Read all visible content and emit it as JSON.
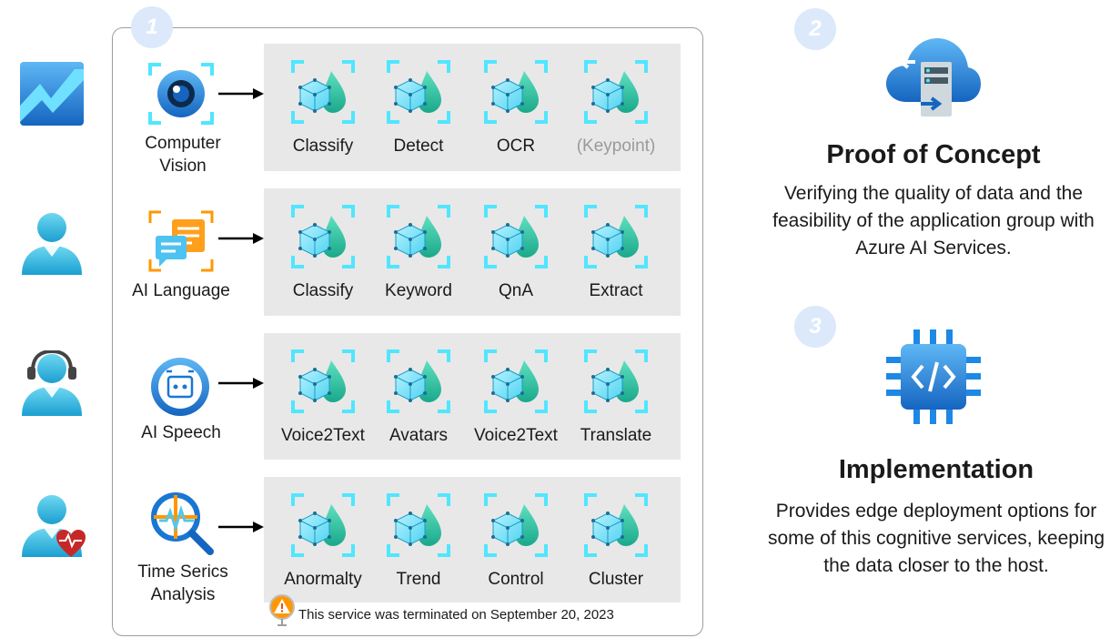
{
  "diagram": {
    "step_badges": [
      "1",
      "2",
      "3"
    ],
    "services": [
      {
        "name": "Computer\nVision",
        "icon": "camera-eye-icon",
        "models": [
          {
            "label": "Classify"
          },
          {
            "label": "Detect"
          },
          {
            "label": "OCR"
          },
          {
            "label": "(Keypoint)",
            "muted": true
          }
        ]
      },
      {
        "name": "AI Language",
        "icon": "chat-bubbles-icon",
        "models": [
          {
            "label": "Classify"
          },
          {
            "label": "Keyword"
          },
          {
            "label": "QnA"
          },
          {
            "label": "Extract"
          }
        ]
      },
      {
        "name": "AI Speech",
        "icon": "speech-bot-icon",
        "models": [
          {
            "label": "Voice2Text"
          },
          {
            "label": "Avatars"
          },
          {
            "label": "Voice2Text"
          },
          {
            "label": "Translate"
          }
        ]
      },
      {
        "name": "Time Serics\nAnalysis",
        "icon": "magnifier-signal-icon",
        "models": [
          {
            "label": "Anormalty"
          },
          {
            "label": "Trend"
          },
          {
            "label": "Control"
          },
          {
            "label": "Cluster"
          }
        ]
      }
    ],
    "left_icons": [
      "chart-icon",
      "user-icon",
      "support-agent-icon",
      "health-user-icon"
    ],
    "termination_note": "This service was terminated on September 20, 2023",
    "phases": [
      {
        "title": "Proof of Concept",
        "icon": "cloud-server-icon",
        "description": "Verifying the quality of data and the feasibility of the application group with Azure AI Services."
      },
      {
        "title": "Implementation",
        "icon": "processor-chip-icon",
        "description": "Provides edge deployment options for some of this cognitive services, keeping the data closer to the host."
      }
    ]
  },
  "colors": {
    "panel_bg": "#e8e8e8",
    "badge_bg": "#dbe9fb",
    "accent_blue": "#1e88e5",
    "cyan": "#50e6ff",
    "teal": "#2bc6a6",
    "muted_text": "#9a9a9a"
  }
}
